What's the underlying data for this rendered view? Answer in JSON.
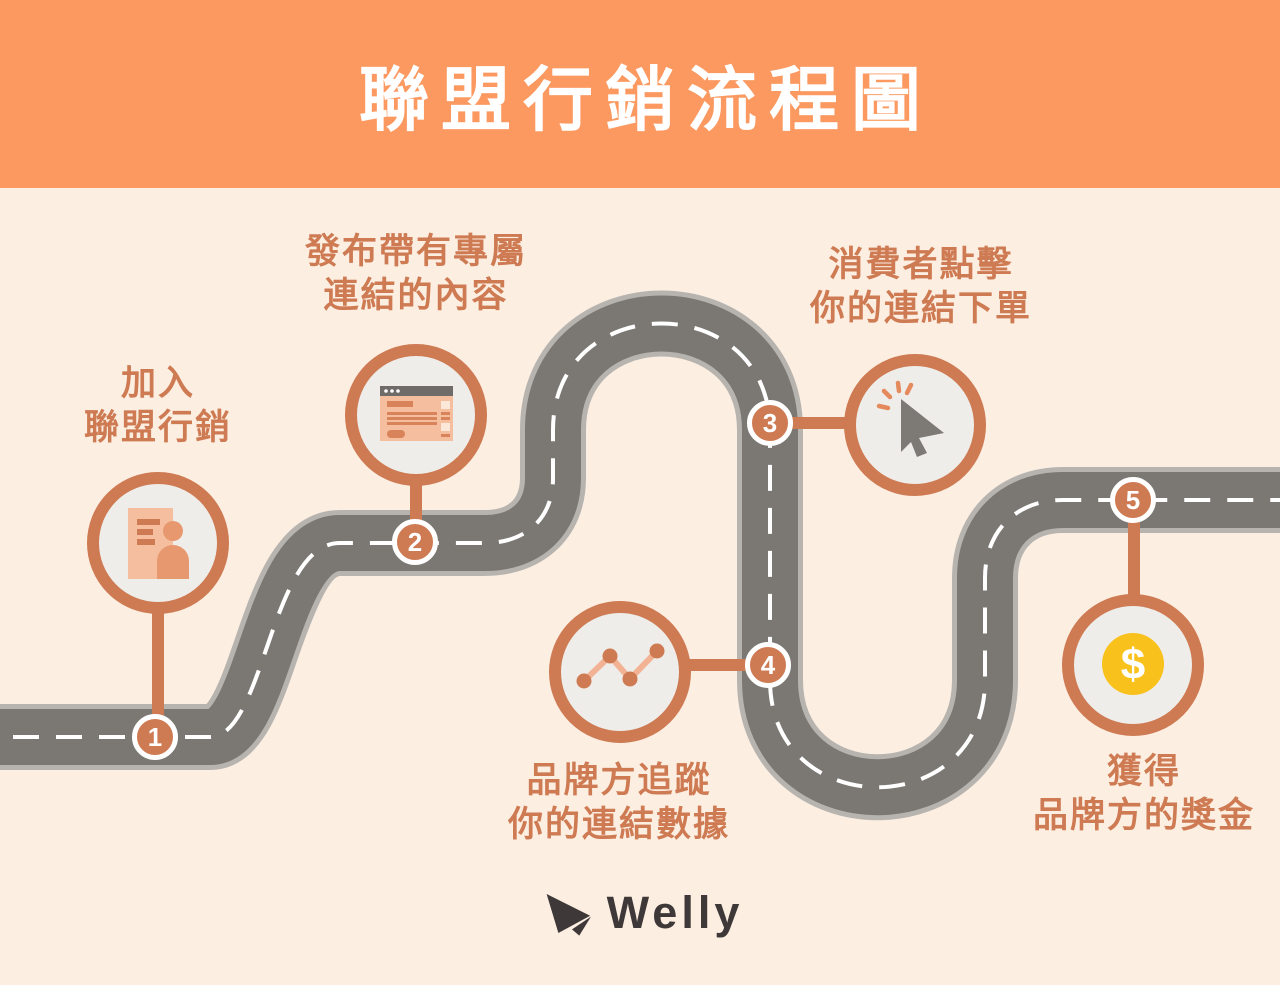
{
  "title": "聯盟行銷流程圖",
  "steps": [
    {
      "num": "1",
      "label_lines": [
        "加入",
        "聯盟行銷"
      ],
      "icon": "document-person-icon"
    },
    {
      "num": "2",
      "label_lines": [
        "發布帶有專屬",
        "連結的內容"
      ],
      "icon": "browser-window-icon"
    },
    {
      "num": "3",
      "label_lines": [
        "消費者點擊",
        "你的連結下單"
      ],
      "icon": "cursor-click-icon"
    },
    {
      "num": "4",
      "label_lines": [
        "品牌方追蹤",
        "你的連結數據"
      ],
      "icon": "line-chart-icon"
    },
    {
      "num": "5",
      "label_lines": [
        "獲得",
        "品牌方的獎金"
      ],
      "icon": "dollar-coin-icon"
    }
  ],
  "brand": {
    "name": "Welly"
  },
  "palette": {
    "accent": "#CE7A52",
    "header-bg": "#FB9960",
    "page-bg": "#FCEEE1",
    "road": "#7B7772",
    "casing": "#B7B4B0",
    "circle-fill": "#EFEDEA",
    "icon-light": "#F5BE9E",
    "icon-mid": "#E8986F",
    "icon-deep": "#D9835B",
    "coin": "#F9C11B",
    "ink": "#3E3938"
  }
}
